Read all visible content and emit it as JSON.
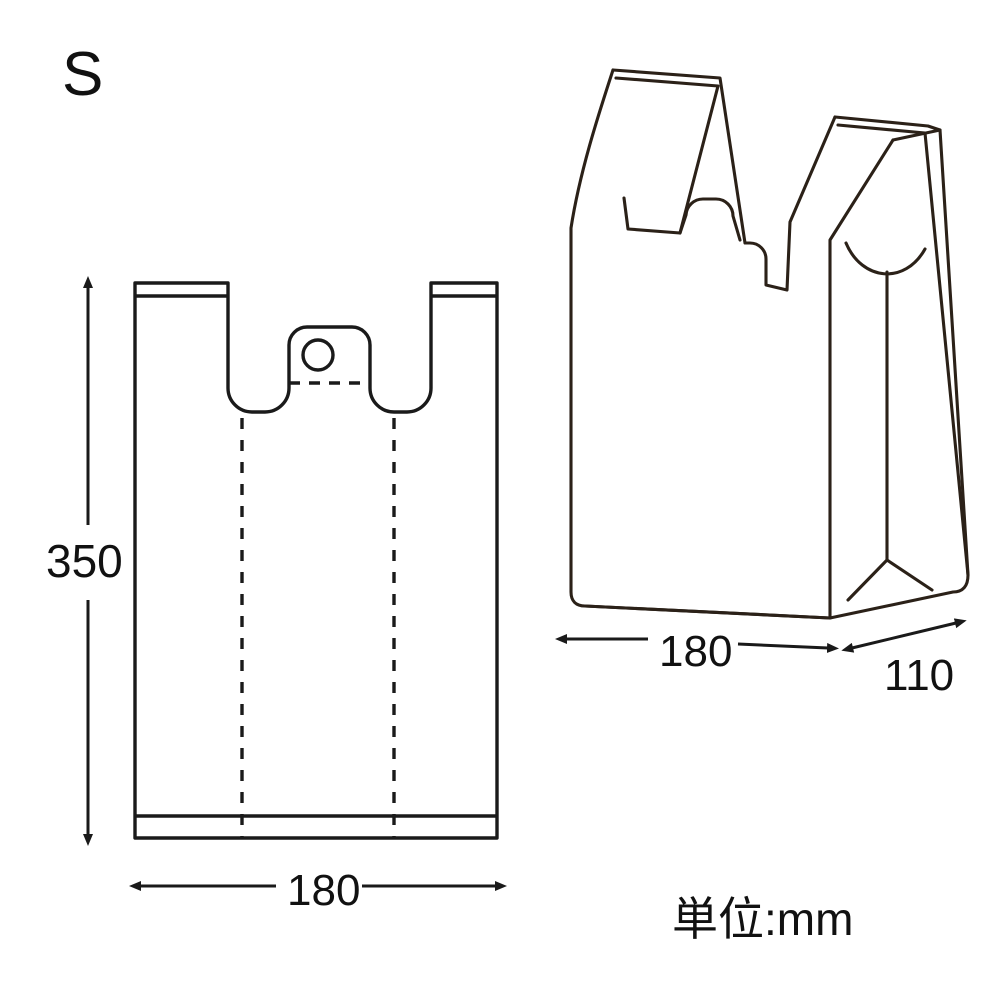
{
  "page": {
    "background_color": "#ffffff",
    "line_color": "#1a1a1a",
    "text_color": "#111111"
  },
  "size_label": "S",
  "unit_note": "単位:mm",
  "dimensions": {
    "flat_height": "350",
    "flat_width": "180",
    "body_width_3d": "180",
    "body_depth_3d": "110"
  },
  "diagrams": {
    "flat_view": {
      "name": "flat-bag-front-view",
      "features": [
        "handle-loops",
        "center-tab-with-hole",
        "dashed-fold-lines",
        "bottom-hem-band",
        "top-hem-bands"
      ]
    },
    "perspective_view": {
      "name": "bag-perspective-view",
      "features": [
        "handle-loops",
        "side-gusset",
        "bottom-gusset-fold",
        "hem-bands"
      ]
    }
  }
}
